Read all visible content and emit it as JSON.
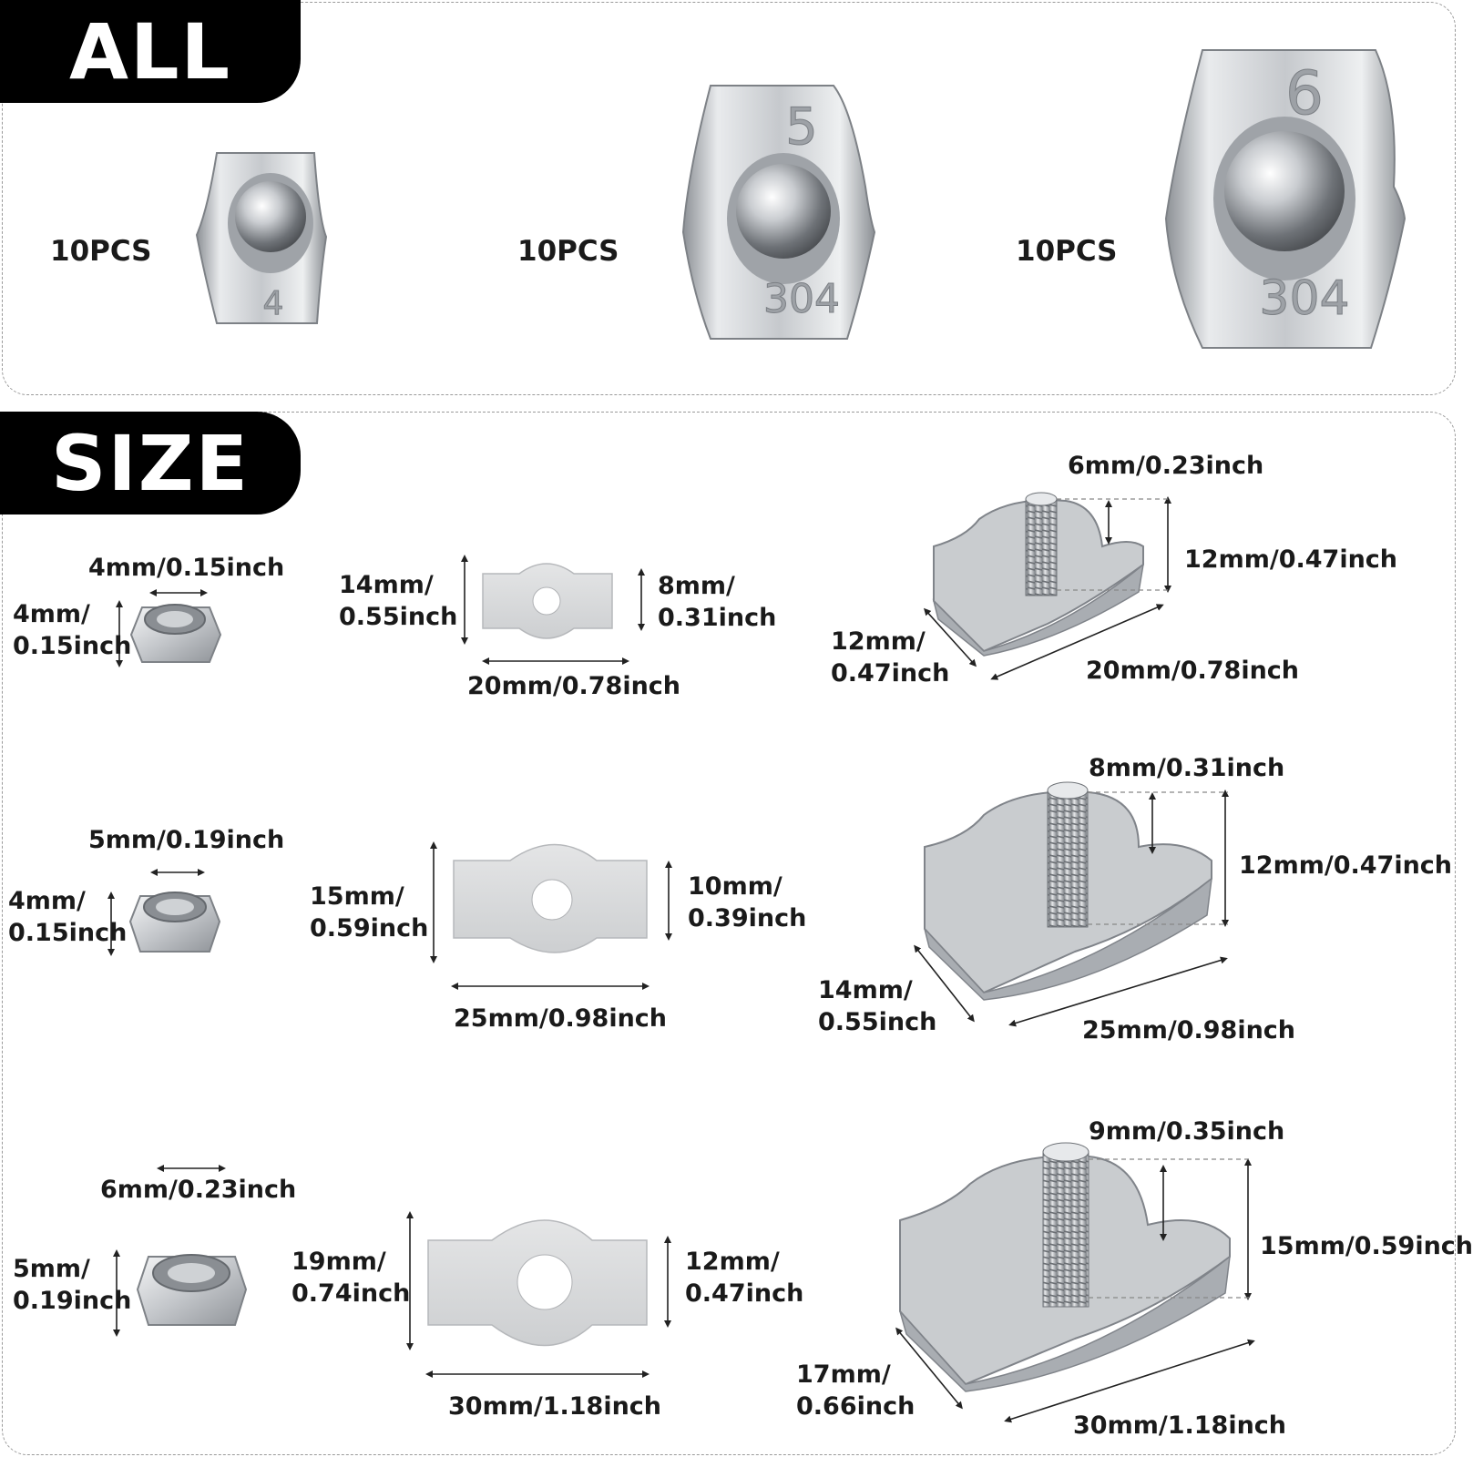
{
  "sections": {
    "all": {
      "title": "ALL",
      "items": [
        {
          "qty": "10PCS",
          "size_mark": "4",
          "material_mark": ""
        },
        {
          "qty": "10PCS",
          "size_mark": "5",
          "material_mark": "304"
        },
        {
          "qty": "10PCS",
          "size_mark": "6",
          "material_mark": "304"
        }
      ]
    },
    "size": {
      "title": "SIZE",
      "rows": [
        {
          "nut": {
            "width": "4mm/0.15inch",
            "height": "4mm/\n0.15inch"
          },
          "plate": {
            "height": "14mm/\n0.55inch",
            "hole": "8mm/\n0.31inch",
            "length": "20mm/0.78inch"
          },
          "clip": {
            "bolt": "6mm/0.23inch",
            "height": "12mm/0.47inch",
            "depth": "12mm/\n0.47inch",
            "length": "20mm/0.78inch"
          }
        },
        {
          "nut": {
            "width": "5mm/0.19inch",
            "height": "4mm/\n0.15inch"
          },
          "plate": {
            "height": "15mm/\n0.59inch",
            "hole": "10mm/\n0.39inch",
            "length": "25mm/0.98inch"
          },
          "clip": {
            "bolt": "8mm/0.31inch",
            "height": "12mm/0.47inch",
            "depth": "14mm/\n0.55inch",
            "length": "25mm/0.98inch"
          }
        },
        {
          "nut": {
            "width": "6mm/0.23inch",
            "height": "5mm/\n0.19inch"
          },
          "plate": {
            "height": "19mm/\n0.74inch",
            "hole": "12mm/\n0.47inch",
            "length": "30mm/1.18inch"
          },
          "clip": {
            "bolt": "9mm/0.35inch",
            "height": "15mm/0.59inch",
            "depth": "17mm/\n0.66inch",
            "length": "30mm/1.18inch"
          }
        }
      ]
    }
  }
}
